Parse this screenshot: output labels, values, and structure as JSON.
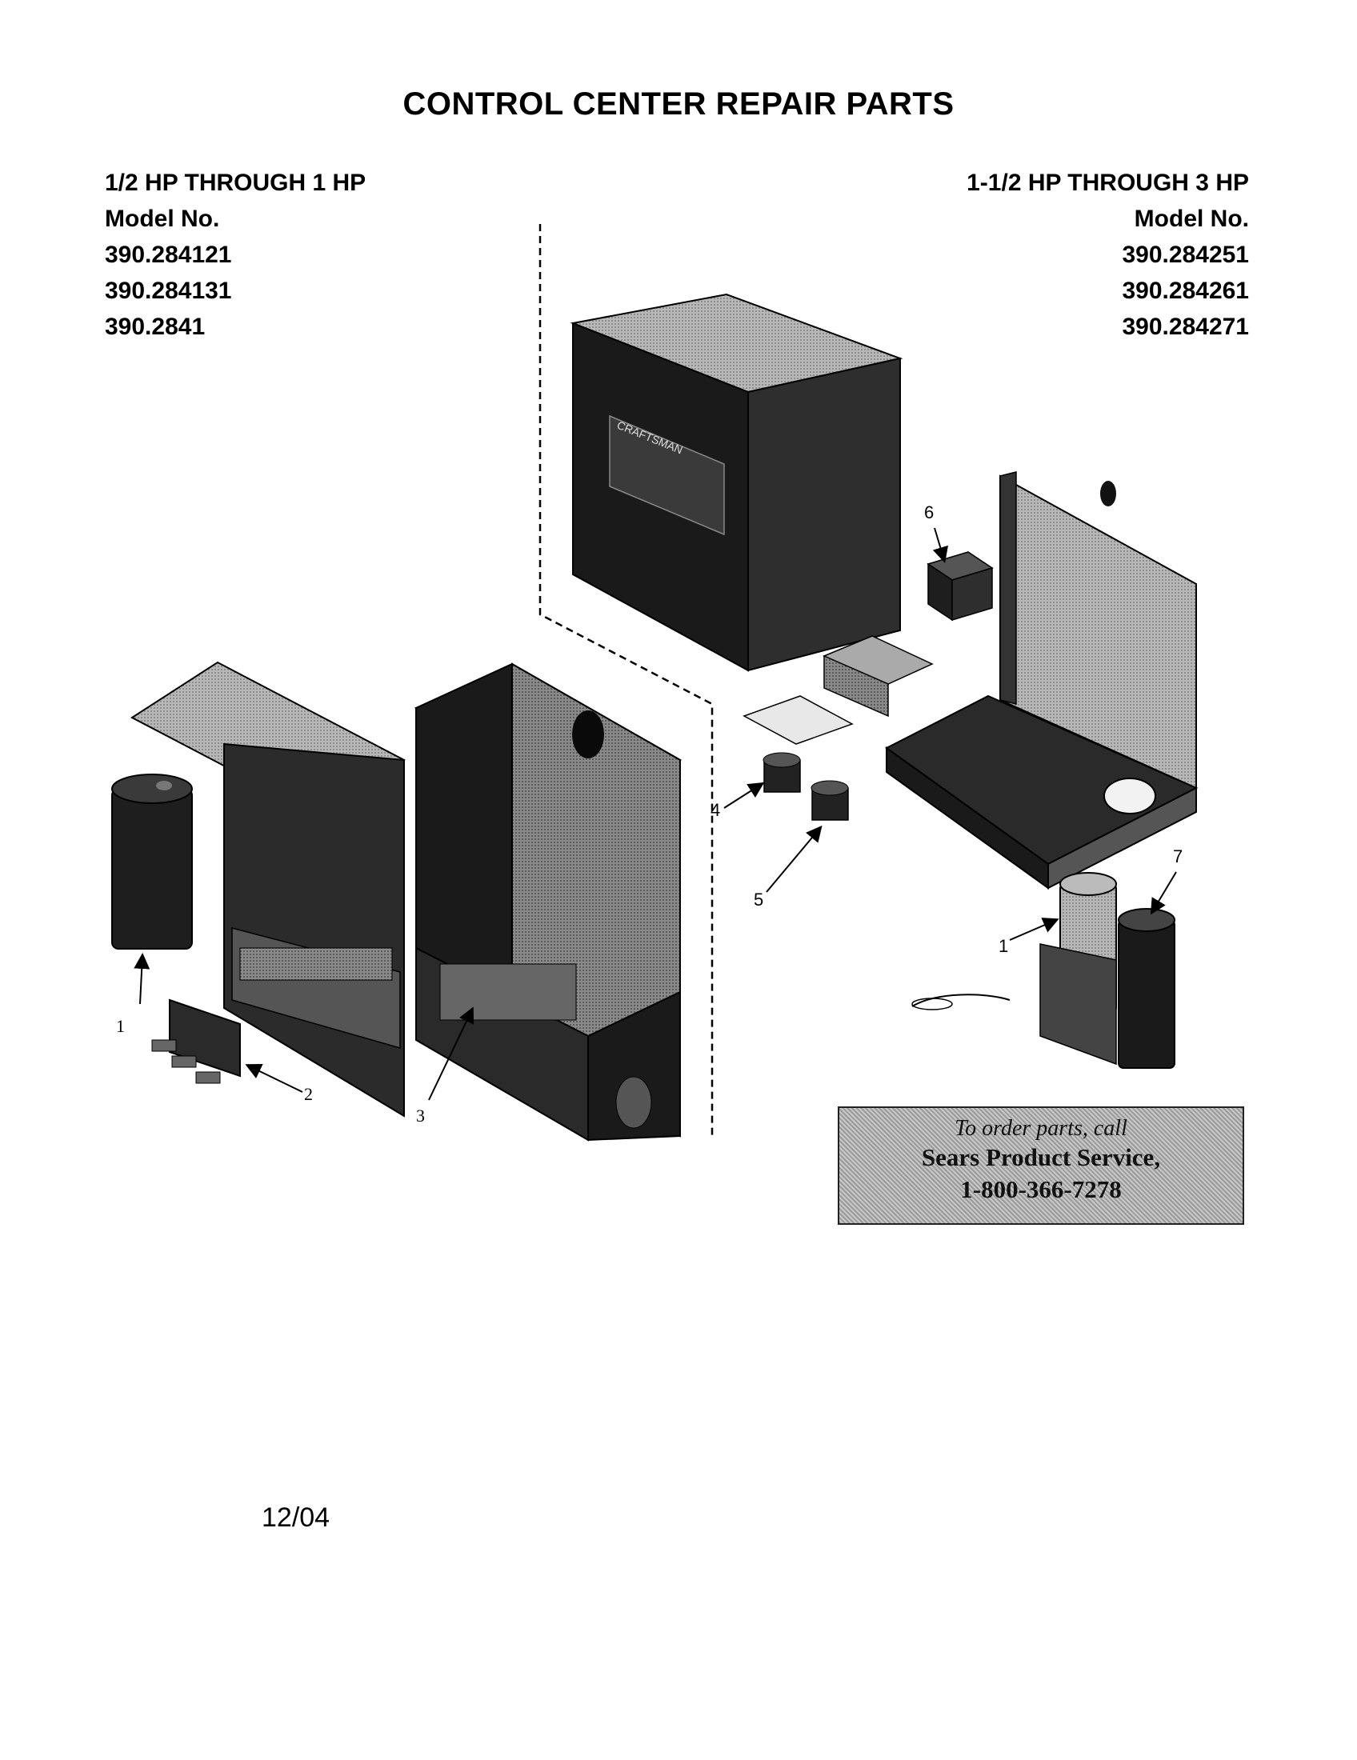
{
  "title": "CONTROL CENTER REPAIR PARTS",
  "left_spec": {
    "range": "1/2 HP THROUGH 1 HP",
    "model_label": "Model No.",
    "models": [
      "390.284121",
      "390.284131",
      "390.2841"
    ]
  },
  "right_spec": {
    "range": "1-1/2 HP THROUGH 3 HP",
    "model_label": "Model No.",
    "models": [
      "390.284251",
      "390.284261",
      "390.284271"
    ]
  },
  "brand": "CRAFTSMAN",
  "callouts": {
    "c1_left": "1",
    "c2": "2",
    "c3": "3",
    "c4": "4",
    "c5": "5",
    "c6": "6",
    "c7": "7",
    "c1_right": "1"
  },
  "order_box": {
    "line1": "To order parts, call",
    "line2": "Sears Product Service,",
    "line3": "1-800-366-7278"
  },
  "date": "12/04"
}
